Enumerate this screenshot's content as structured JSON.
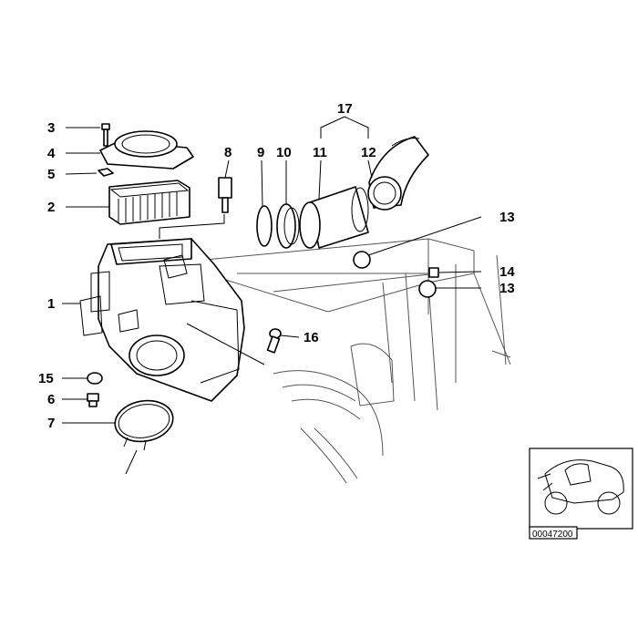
{
  "callouts": {
    "c1": "1",
    "c2": "2",
    "c3": "3",
    "c4": "4",
    "c5": "5",
    "c6": "6",
    "c7": "7",
    "c8": "8",
    "c9": "9",
    "c10": "10",
    "c11": "11",
    "c12": "12",
    "c13a": "13",
    "c13b": "13",
    "c14": "14",
    "c15": "15",
    "c16": "16",
    "c17": "17"
  },
  "inset": {
    "code": "00047200"
  }
}
